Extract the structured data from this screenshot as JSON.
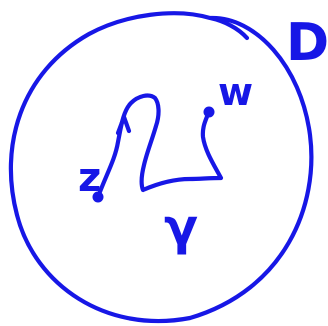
{
  "diagram": {
    "labels": {
      "domain": "D",
      "start": "z",
      "end": "w",
      "path": "γ"
    },
    "colors": {
      "ink": "#1717e6",
      "background": "#ffffff"
    }
  }
}
